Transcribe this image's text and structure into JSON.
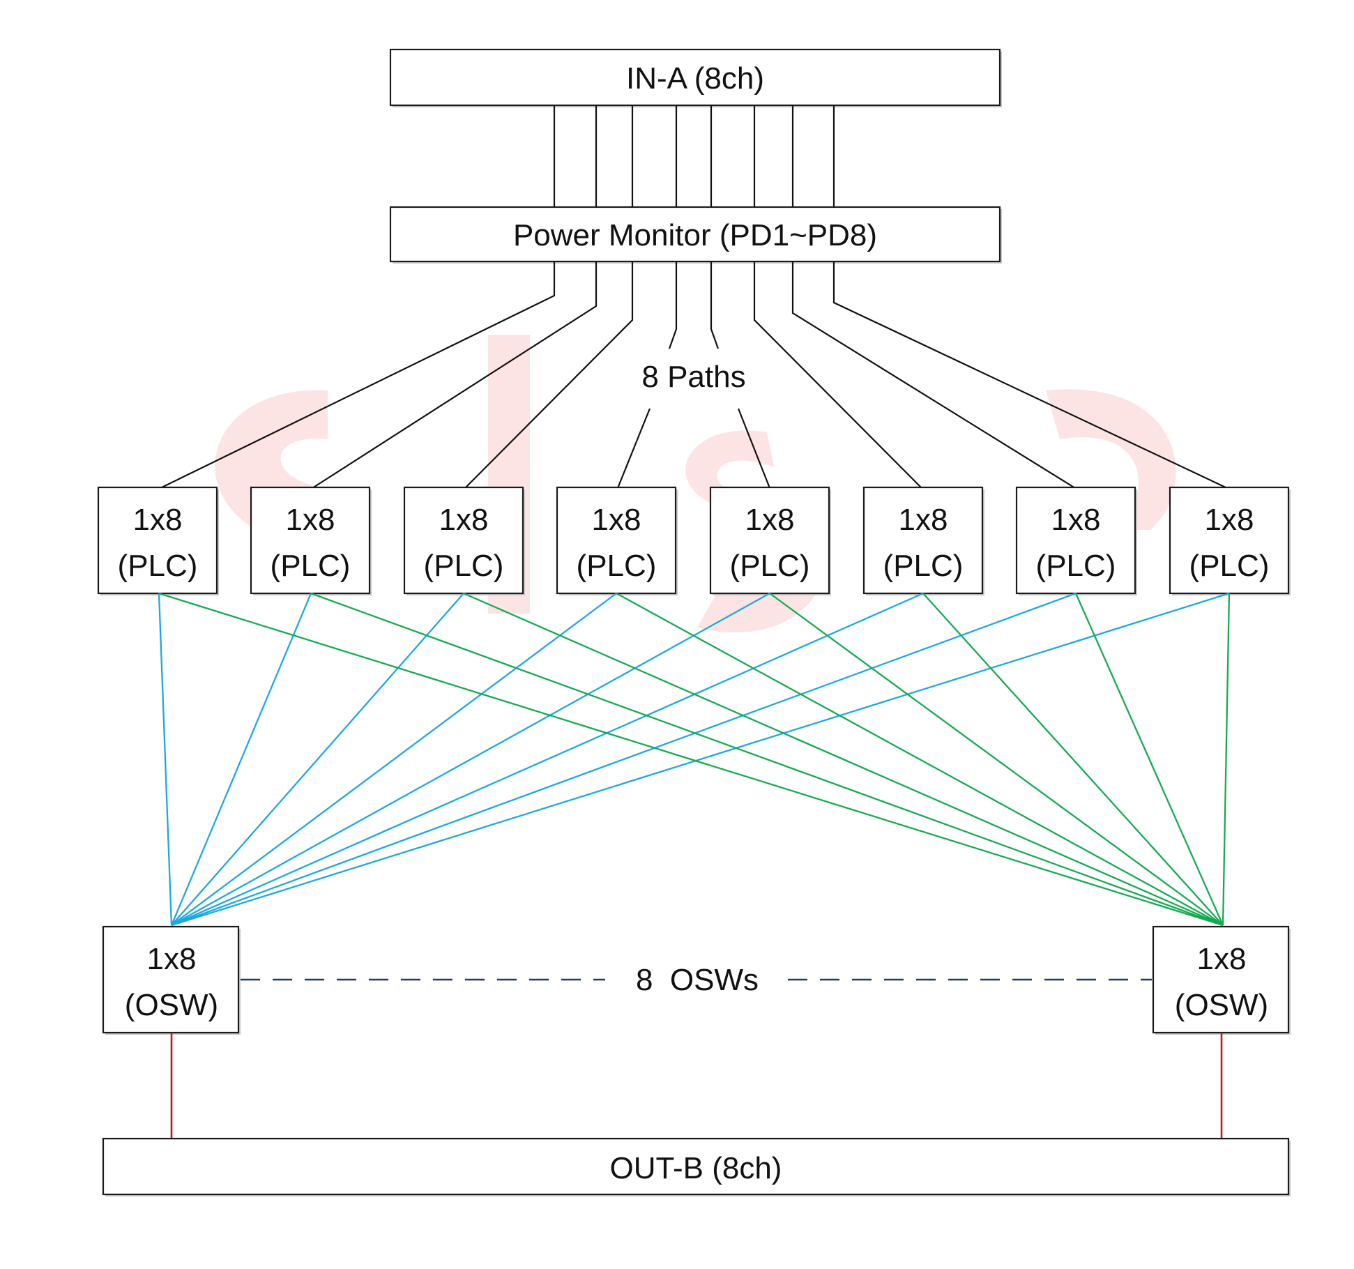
{
  "in_box": {
    "label": "IN-A (8ch)"
  },
  "monitor_box": {
    "label": "Power Monitor (PD1~PD8)"
  },
  "paths_label": "8 Paths",
  "plc_boxes": [
    {
      "line1": "1x8",
      "line2": "(PLC)"
    },
    {
      "line1": "1x8",
      "line2": "(PLC)"
    },
    {
      "line1": "1x8",
      "line2": "(PLC)"
    },
    {
      "line1": "1x8",
      "line2": "(PLC)"
    },
    {
      "line1": "1x8",
      "line2": "(PLC)"
    },
    {
      "line1": "1x8",
      "line2": "(PLC)"
    },
    {
      "line1": "1x8",
      "line2": "(PLC)"
    },
    {
      "line1": "1x8",
      "line2": "(PLC)"
    }
  ],
  "osw_left": {
    "line1": "1x8",
    "line2": "(OSW)"
  },
  "osw_right": {
    "line1": "1x8",
    "line2": "(OSW)"
  },
  "osw_label": "8  OSWs",
  "out_box": {
    "label": "OUT-B (8ch)"
  },
  "colors": {
    "to_left_osw": "#1ea8e0",
    "to_right_osw": "#17aa52",
    "out_link": "#c01818",
    "osw_dashed": "#1f3a64"
  }
}
